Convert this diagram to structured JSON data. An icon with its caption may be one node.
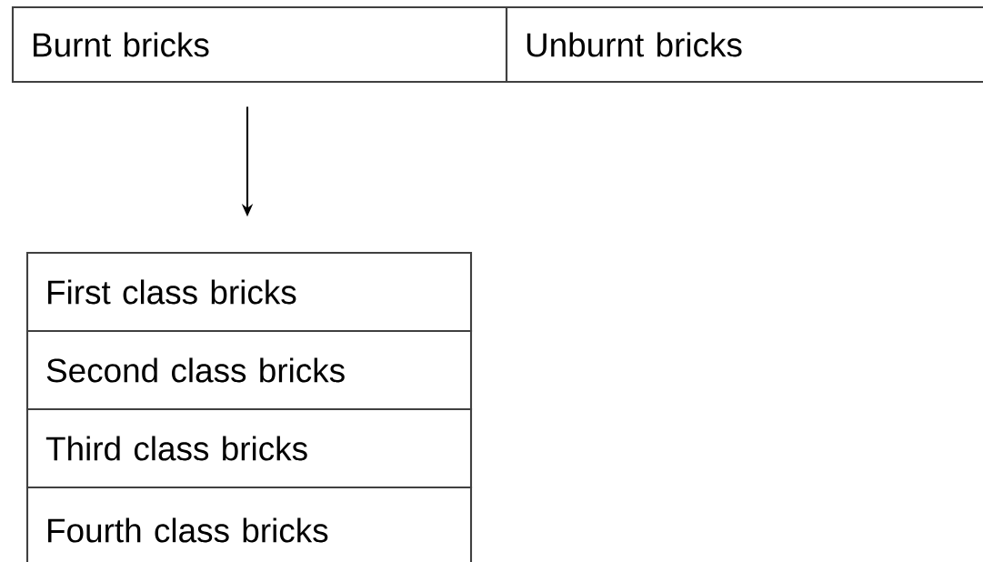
{
  "diagram": {
    "nodes": [
      {
        "text": [
          "Burnt bricks"
        ]
      },
      {
        "text": [
          "Unburnt bricks"
        ]
      },
      {
        "text": [
          "First class bricks"
        ]
      },
      {
        "text": [
          "Second class bricks"
        ]
      },
      {
        "text": [
          "Third class bricks"
        ]
      },
      {
        "text": [
          "Fourth class bricks"
        ]
      }
    ],
    "edges": [
      {
        "from": 0,
        "to": 2,
        "arrow": "to"
      }
    ]
  }
}
